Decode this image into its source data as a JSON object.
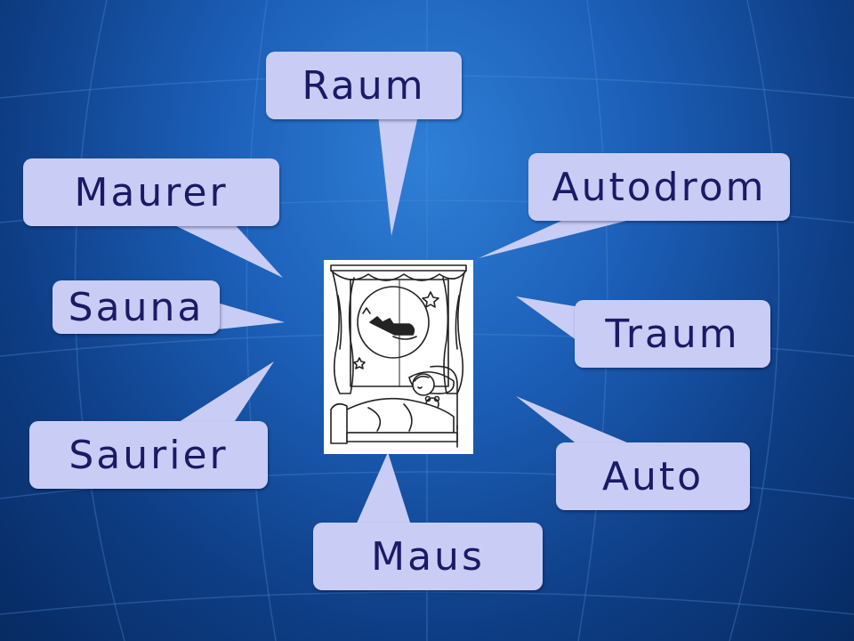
{
  "slide": {
    "picture_icon": "sleeping-child-dreaming-of-santa-sleigh-icon",
    "words": {
      "raum": "Raum",
      "maurer": "Maurer",
      "autodrom": "Autodrom",
      "sauna": "Sauna",
      "traum": "Traum",
      "saurier": "Saurier",
      "auto": "Auto",
      "maus": "Maus"
    }
  },
  "colors": {
    "bubble": "#c9cdf6",
    "text": "#1a1a66",
    "background": "#1c5fb8"
  }
}
